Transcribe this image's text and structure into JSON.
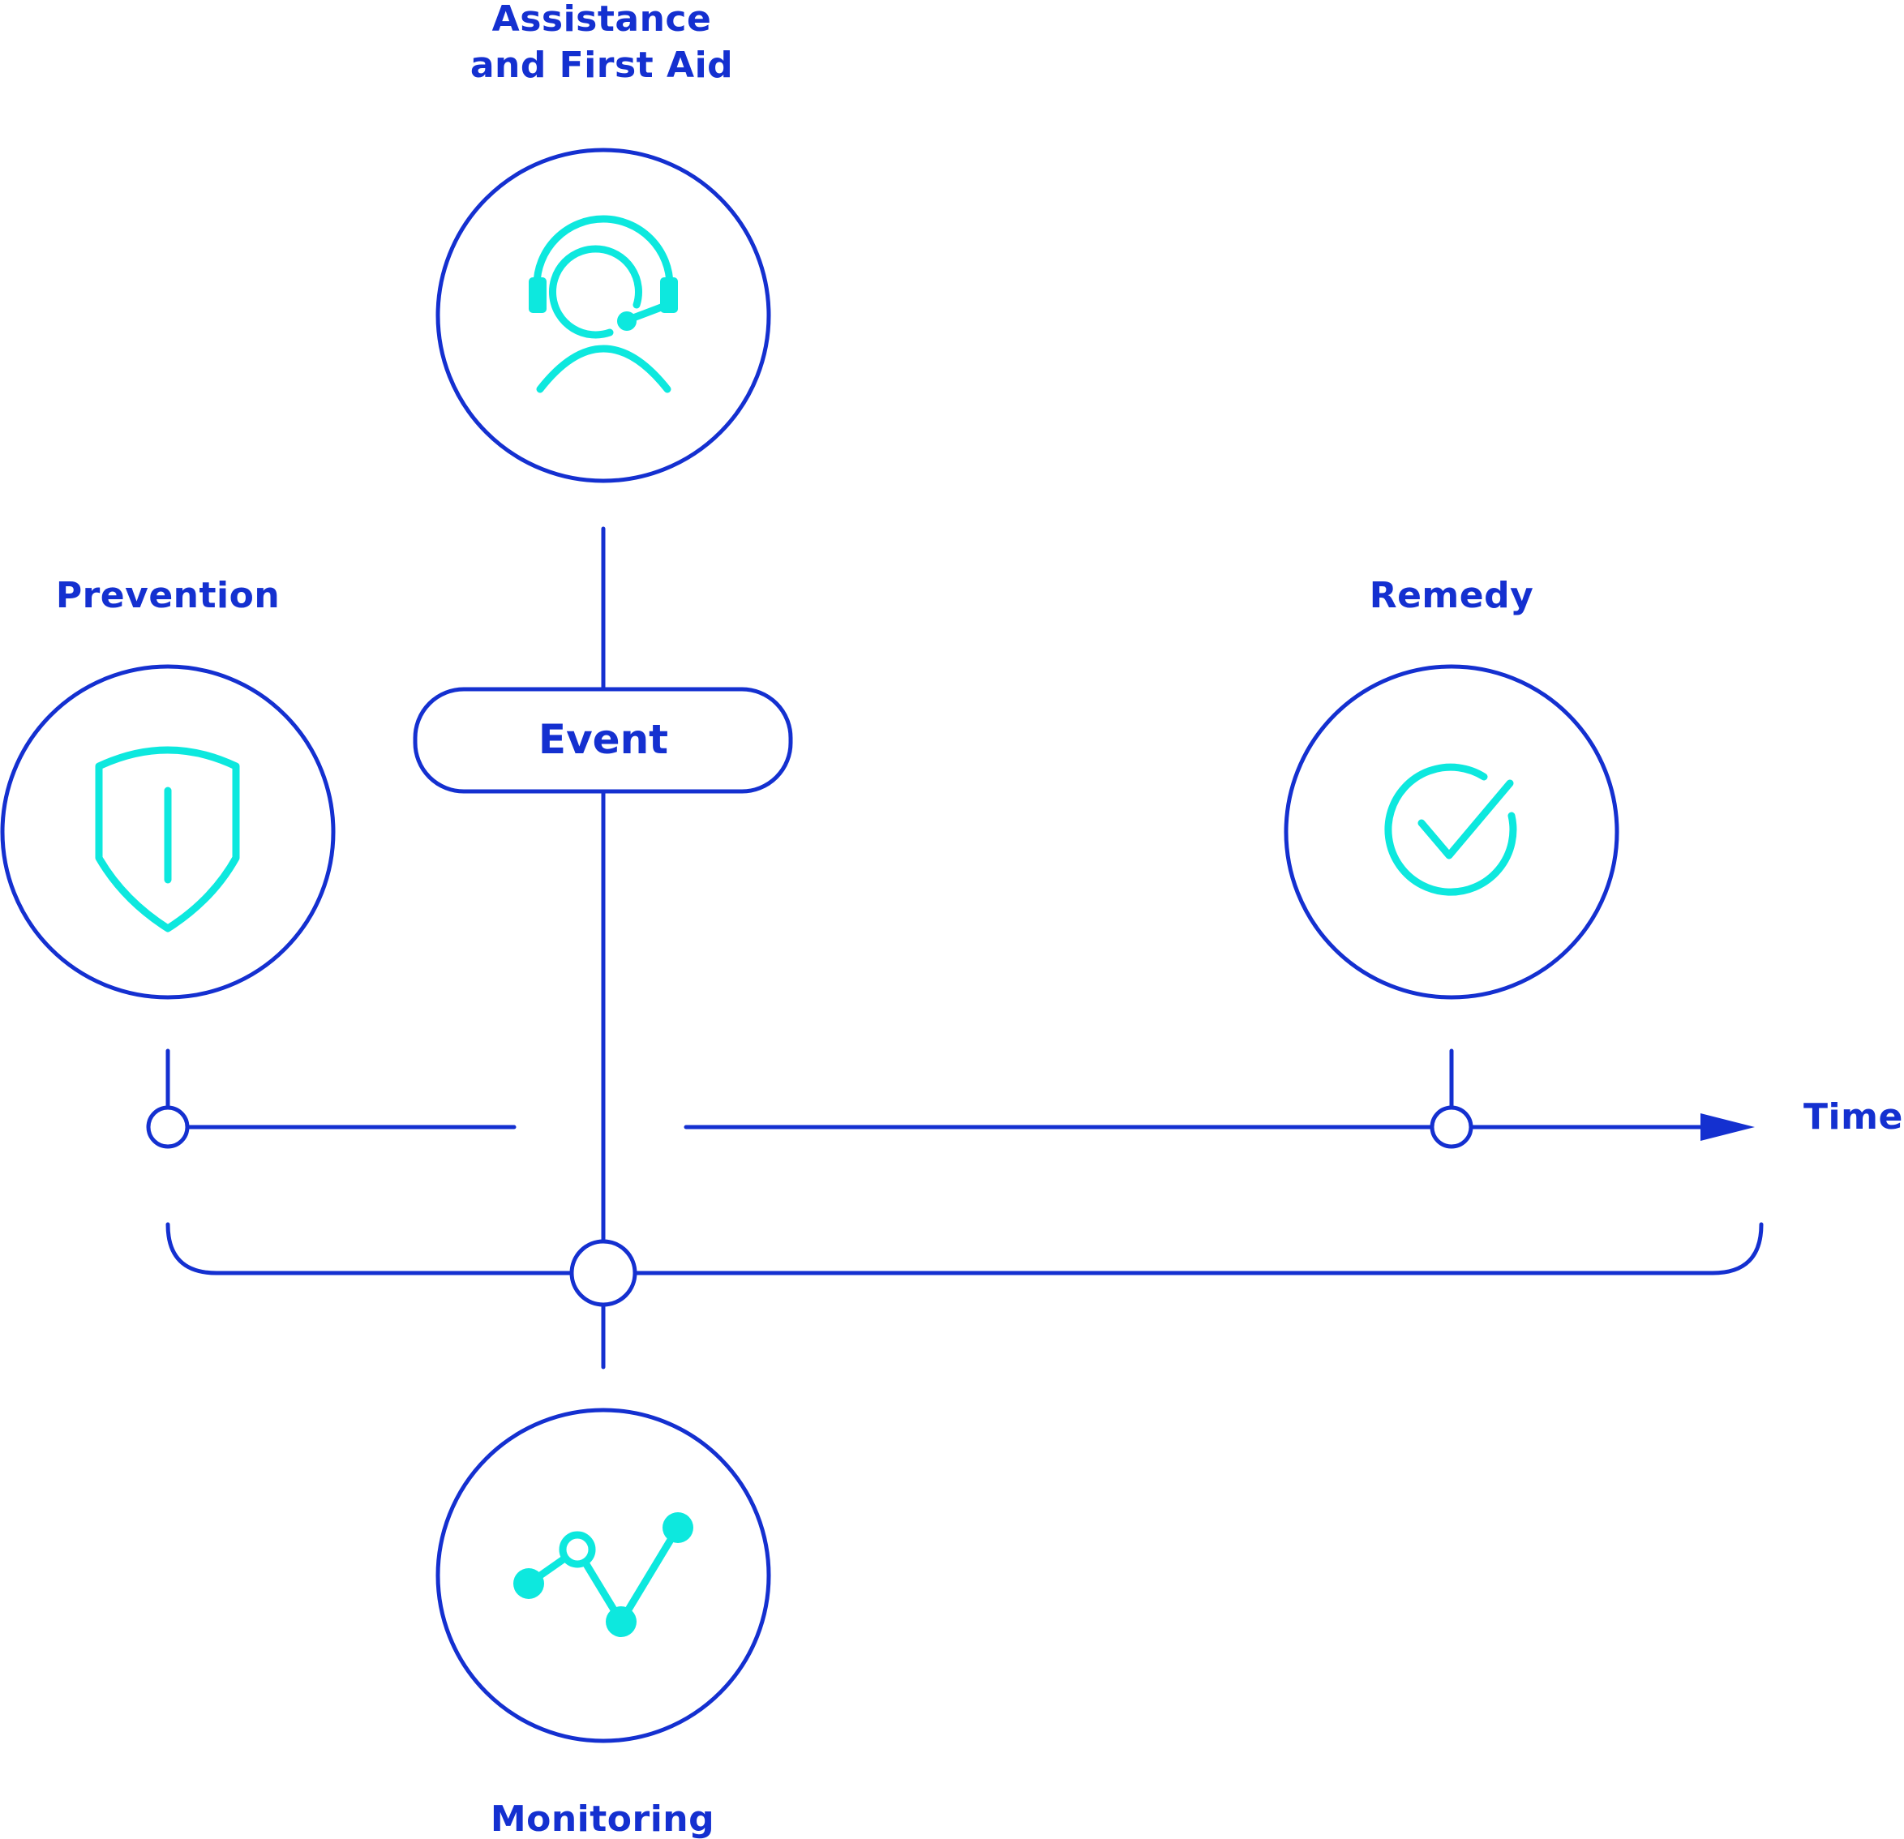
{
  "colors": {
    "primary": "#1430d0",
    "accent": "#0de8de",
    "background": "#ffffff"
  },
  "labels": {
    "assistance_line1": "Assistance",
    "assistance_line2": "and First Aid",
    "prevention": "Prevention",
    "remedy": "Remedy",
    "monitoring": "Monitoring",
    "event": "Event",
    "time": "Time"
  },
  "icons": {
    "assistance": "headset-operator-icon",
    "prevention": "shield-icon",
    "remedy": "check-circle-icon",
    "monitoring": "line-graph-icon"
  }
}
